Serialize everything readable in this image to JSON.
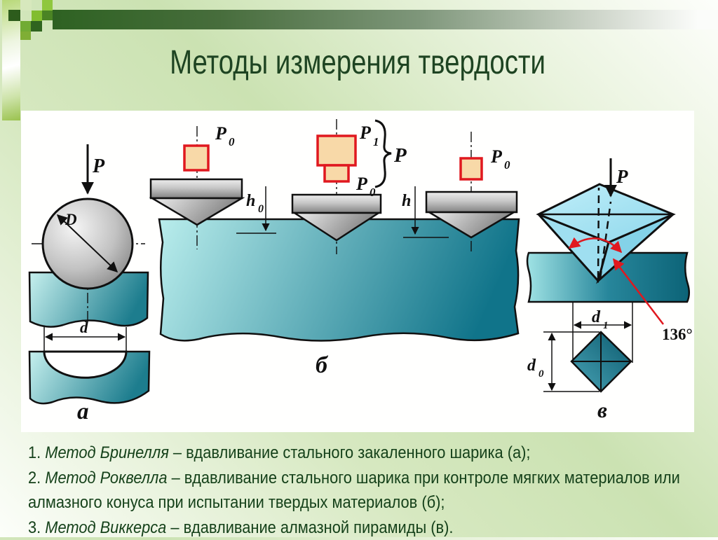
{
  "title": "Методы измерения твердости",
  "diagram": {
    "brinell": {
      "force": "P",
      "diameter": "D",
      "indent_width": "d",
      "caption": "а"
    },
    "rockwell": {
      "preload": {
        "main": "P",
        "sub": "0"
      },
      "depth0": {
        "main": "h",
        "sub": "0"
      },
      "load1": {
        "main": "P",
        "sub": "1"
      },
      "load0": {
        "main": "P",
        "sub": "0"
      },
      "total": "P",
      "depth": "h",
      "residual": {
        "main": "P",
        "sub": "0"
      },
      "caption": "б"
    },
    "vickers": {
      "force": "P",
      "angle": "136°",
      "d1": {
        "main": "d",
        "sub": "1"
      },
      "d0": {
        "main": "d",
        "sub": "0"
      },
      "caption": "в"
    }
  },
  "notes": {
    "items": [
      {
        "num": "1. ",
        "method": "Метод Бринелля",
        "rest": " – вдавливание стального закаленного шарика (а);"
      },
      {
        "num": "2. ",
        "method": "Метод Роквелла",
        "rest": " – вдавливание стального шарика при контроле мягких материалов или"
      },
      {
        "num": "",
        "method": "",
        "rest": "алмазного конуса при испытании твердых материалов (б);"
      },
      {
        "num": "3. ",
        "method": "Метод Виккерса",
        "rest": " – вдавливание алмазной пирамиды (в)."
      }
    ]
  },
  "colors": {
    "title_green": "#1e4422",
    "accent_green": "#8fc73e",
    "bar_green": "#2e6222",
    "material_teal": "#10748a",
    "load_red": "#e0181f",
    "load_fill": "#f8d9a8",
    "pyramid_cyan": "#a8e4f2"
  }
}
